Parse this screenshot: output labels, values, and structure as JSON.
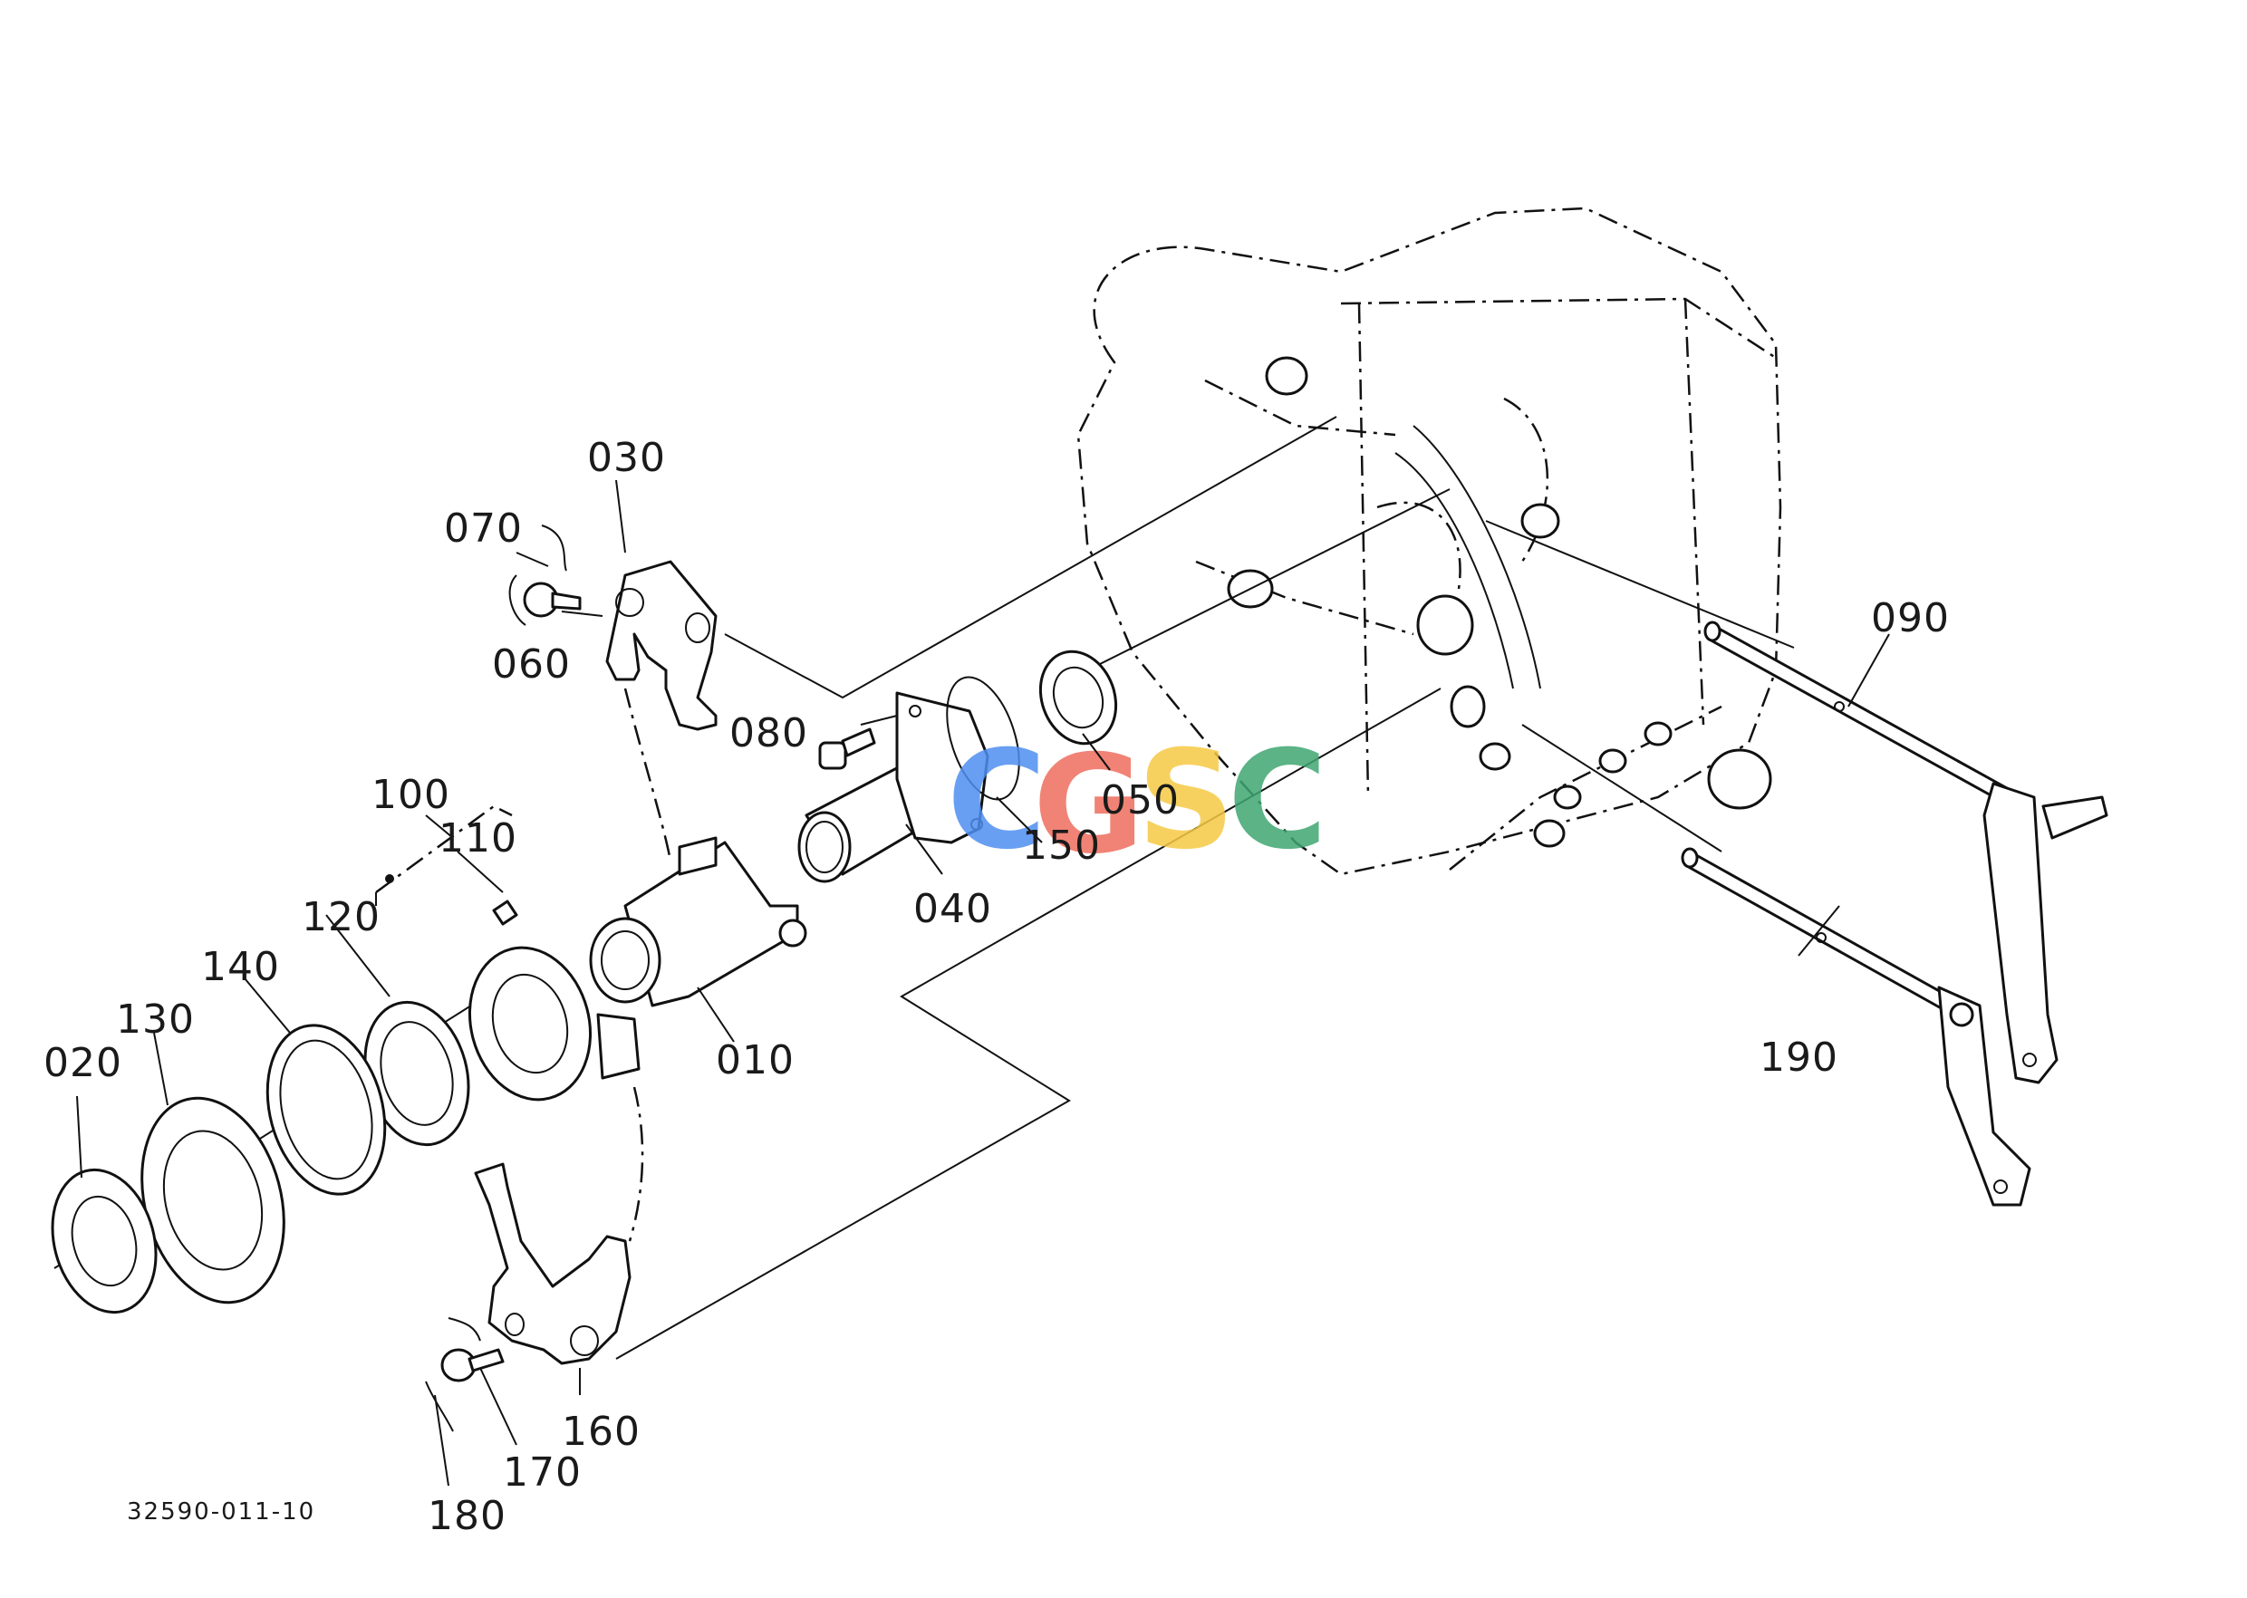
{
  "parts": [
    {
      "id": "010",
      "label": "010"
    },
    {
      "id": "020",
      "label": "020"
    },
    {
      "id": "030",
      "label": "030"
    },
    {
      "id": "040",
      "label": "040"
    },
    {
      "id": "050",
      "label": "050"
    },
    {
      "id": "060",
      "label": "060"
    },
    {
      "id": "070",
      "label": "070"
    },
    {
      "id": "080",
      "label": "080"
    },
    {
      "id": "090",
      "label": "090"
    },
    {
      "id": "100",
      "label": "100"
    },
    {
      "id": "110",
      "label": "110"
    },
    {
      "id": "120",
      "label": "120"
    },
    {
      "id": "130",
      "label": "130"
    },
    {
      "id": "140",
      "label": "140"
    },
    {
      "id": "150",
      "label": "150"
    },
    {
      "id": "160",
      "label": "160"
    },
    {
      "id": "170",
      "label": "170"
    },
    {
      "id": "180",
      "label": "180"
    },
    {
      "id": "190",
      "label": "190"
    }
  ],
  "drawing_number": "32590-011-10",
  "watermark": {
    "letters": [
      "C",
      "G",
      "S",
      "C"
    ],
    "colors": [
      "#4f8ff2",
      "#ee6e5e",
      "#f6c945",
      "#3fa672"
    ]
  }
}
